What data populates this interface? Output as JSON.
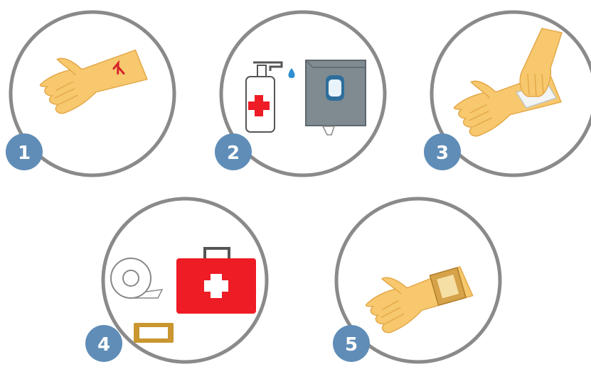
{
  "colors": {
    "ring": "#8a8a8a",
    "badge": "#5f8db7",
    "skin": "#f7c86d",
    "skin_shadow": "#e4a94a",
    "wound": "#d8232a",
    "kit_red": "#ee1c25",
    "bandage": "#c9962f"
  },
  "steps": [
    {
      "number": "1",
      "icon": "hand-with-cut-icon"
    },
    {
      "number": "2",
      "icon": "sanitizer-and-tissue-dispenser-icon"
    },
    {
      "number": "3",
      "icon": "hand-cleaning-wound-icon"
    },
    {
      "number": "4",
      "icon": "first-aid-supplies-icon"
    },
    {
      "number": "5",
      "icon": "bandaged-hand-icon"
    }
  ]
}
